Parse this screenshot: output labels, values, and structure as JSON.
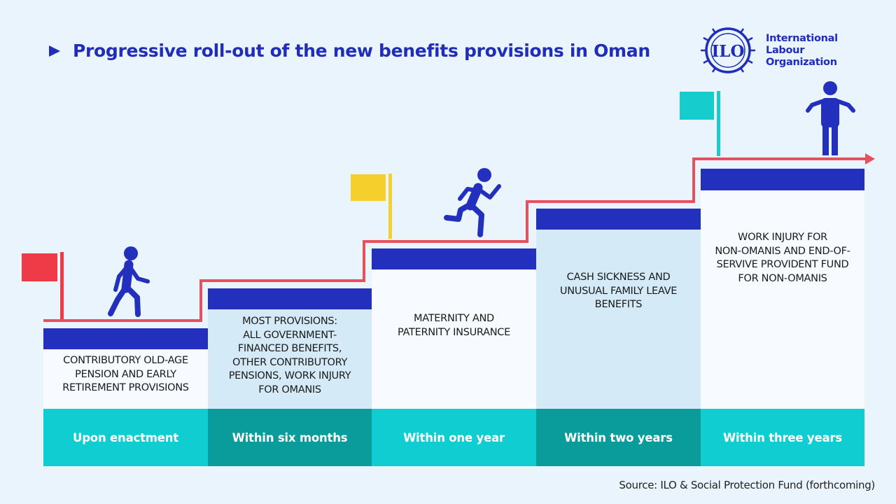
{
  "header": {
    "title": "Progressive roll-out of the new benefits provisions in Oman"
  },
  "logo": {
    "org_line1": "International",
    "org_line2": "Labour",
    "org_line3": "Organization",
    "emblem_text": "ILO"
  },
  "steps": [
    {
      "text_lines": [
        "CONTRIBUTORY OLD-AGE",
        "PENSION AND EARLY",
        "RETIREMENT PROVISIONS"
      ],
      "time": "Upon enactment"
    },
    {
      "text_lines": [
        "MOST PROVISIONS:",
        "ALL GOVERNMENT-",
        "FINANCED BENEFITS,",
        "OTHER CONTRIBUTORY",
        "PENSIONS, WORK INJURY",
        "FOR OMANIS"
      ],
      "time": "Within six months"
    },
    {
      "text_lines": [
        "MATERNITY AND",
        "PATERNITY INSURANCE"
      ],
      "time": "Within one year"
    },
    {
      "text_lines": [
        "CASH SICKNESS AND",
        "UNUSUAL FAMILY LEAVE",
        "BENEFITS"
      ],
      "time": "Within two years"
    },
    {
      "text_lines": [
        "WORK INJURY FOR",
        "NON-OMANIS AND END-OF-",
        "SERVIVE PROVIDENT FUND",
        "FOR NON-OMANIS"
      ],
      "time": "Within three years"
    }
  ],
  "source": "Source: ILO & Social Protection Fund (forthcoming)",
  "colors": {
    "background": "#eaf4fd",
    "accent_blue": "#1f2db8",
    "step_line_red": "#e8505b",
    "teal_light": "#0fcdd1",
    "teal_dark": "#0a9b9b",
    "flag_red": "#ef3b47",
    "flag_yellow": "#f5cf2b",
    "flag_teal": "#17cccc"
  }
}
